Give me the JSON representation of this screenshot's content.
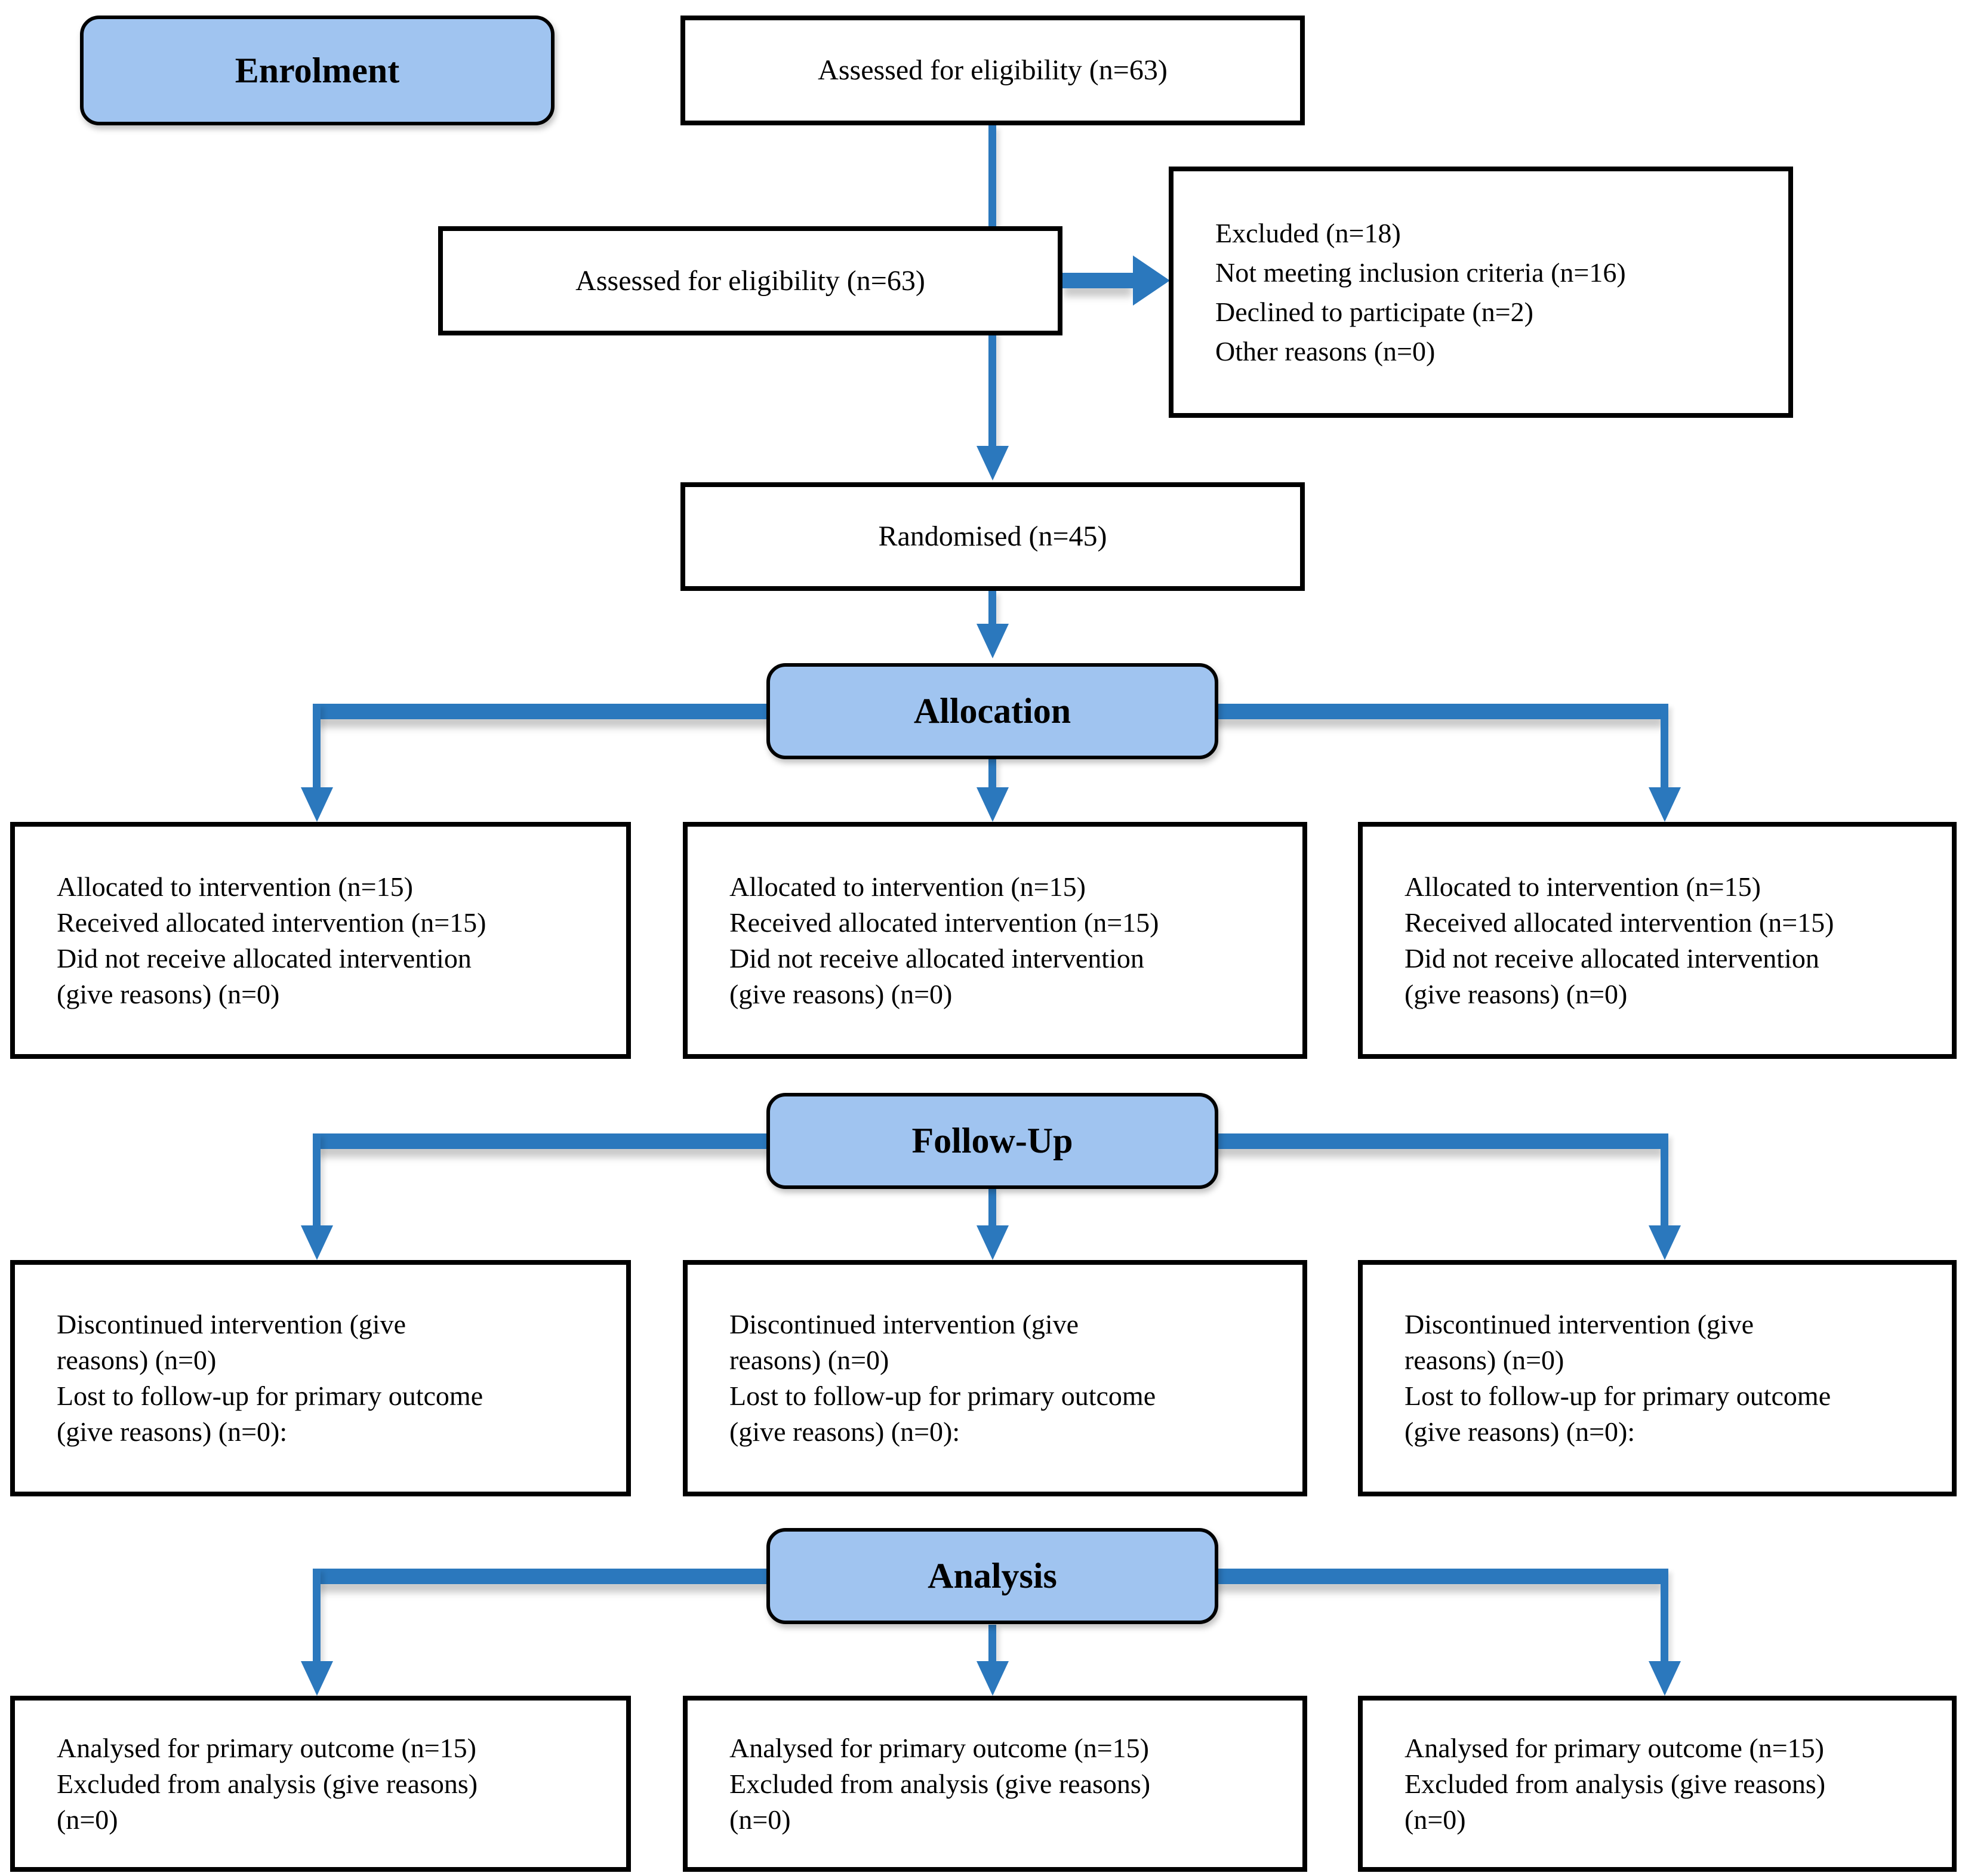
{
  "colors": {
    "banner_fill": "#A0C4F0",
    "arrow": "#2B78BD",
    "border": "#000000",
    "text": "#000000",
    "background": "#FFFFFF"
  },
  "banners": {
    "enrolment": "Enrolment",
    "allocation": "Allocation",
    "follow_up": "Follow-Up",
    "analysis": "Analysis"
  },
  "enrolment": {
    "assessed_top": "Assessed for eligibility (n=63)",
    "assessed_second": "Assessed for eligibility (n=63)",
    "excluded_lines": [
      "Excluded (n=18)",
      "Not meeting inclusion criteria (n=16)",
      "Declined to participate (n=2)",
      "Other reasons (n=0)"
    ],
    "randomised": "Randomised (n=45)"
  },
  "allocation_boxes": [
    {
      "lines": [
        "Allocated to intervention (n=15)",
        "Received allocated intervention (n=15)",
        "Did not receive allocated intervention",
        "(give reasons) (n=0)"
      ]
    },
    {
      "lines": [
        "Allocated to intervention (n=15)",
        "Received allocated intervention (n=15)",
        "Did not receive allocated intervention",
        "(give reasons) (n=0)"
      ]
    },
    {
      "lines": [
        "Allocated to intervention (n=15)",
        "Received allocated intervention (n=15)",
        "Did not receive allocated intervention",
        "(give reasons) (n=0)"
      ]
    }
  ],
  "follow_up_boxes": [
    {
      "lines": [
        "Discontinued intervention (give",
        "reasons) (n=0)",
        "Lost to follow-up for primary outcome",
        "(give reasons) (n=0):"
      ]
    },
    {
      "lines": [
        "Discontinued intervention (give",
        "reasons) (n=0)",
        "Lost to follow-up for primary outcome",
        "(give reasons) (n=0):"
      ]
    },
    {
      "lines": [
        "Discontinued intervention (give",
        "reasons) (n=0)",
        "Lost to follow-up for primary outcome",
        "(give reasons) (n=0):"
      ]
    }
  ],
  "analysis_boxes": [
    {
      "lines": [
        "Analysed for primary outcome (n=15)",
        "Excluded from analysis (give reasons)",
        "(n=0)"
      ]
    },
    {
      "lines": [
        "Analysed for primary outcome (n=15)",
        "Excluded from analysis (give reasons)",
        "(n=0)"
      ]
    },
    {
      "lines": [
        "Analysed for primary outcome (n=15)",
        "Excluded from analysis (give reasons)",
        "(n=0)"
      ]
    }
  ]
}
